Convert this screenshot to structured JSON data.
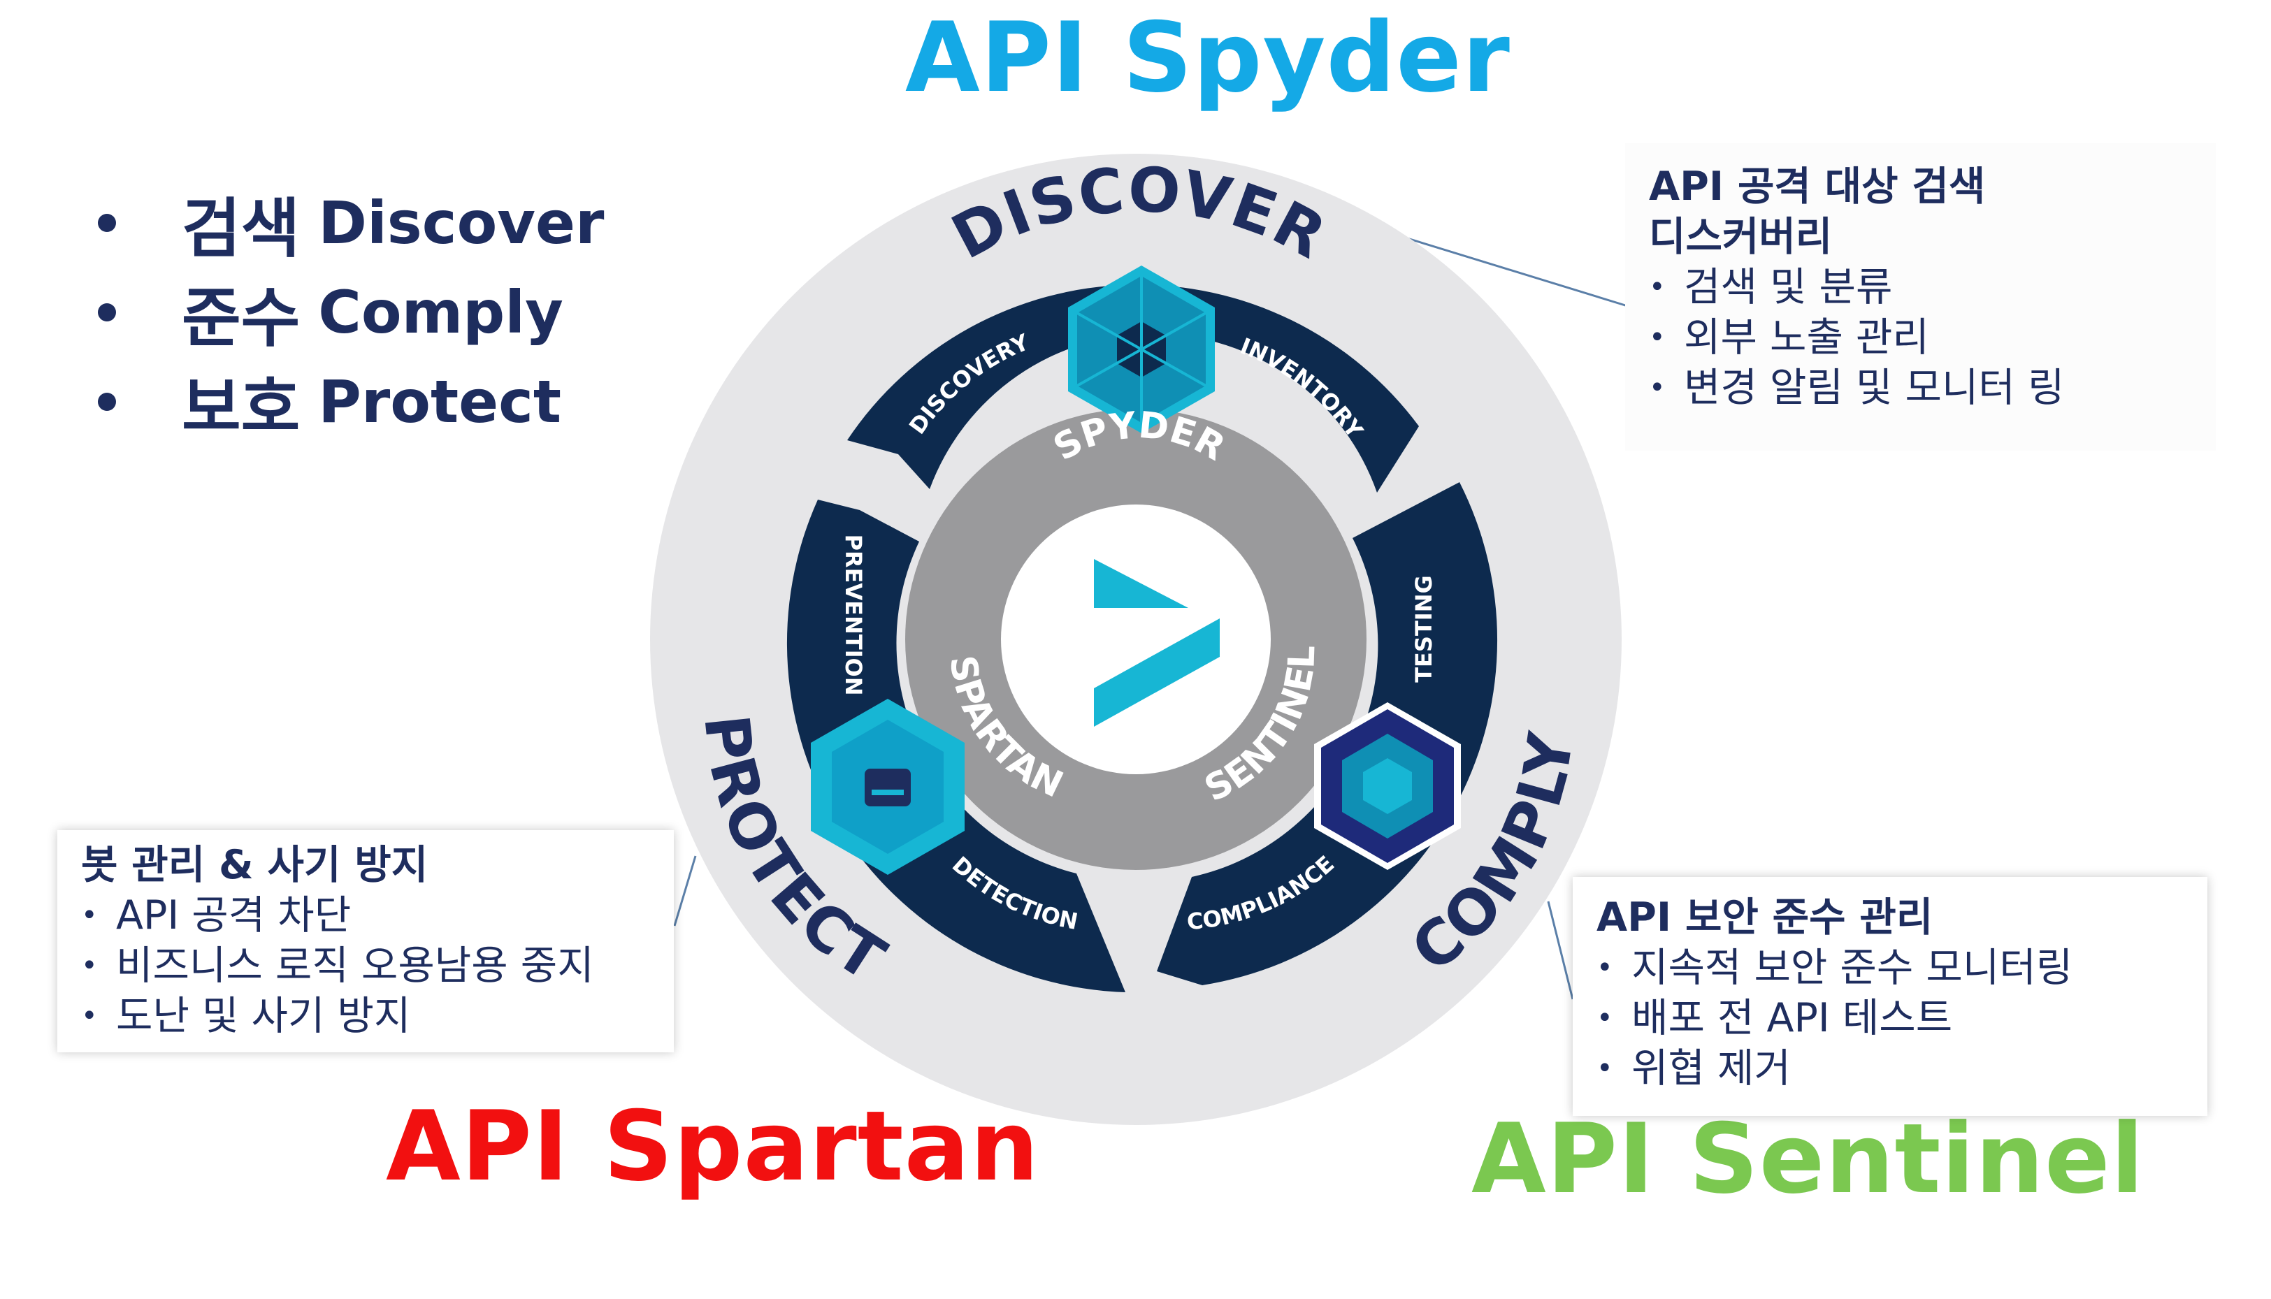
{
  "titles": {
    "spyder": "API Spyder",
    "spartan": "API Spartan",
    "sentinel": "API Sentinel"
  },
  "pillars": [
    {
      "kr": "검색",
      "en": "Discover"
    },
    {
      "kr": "준수",
      "en": "Comply"
    },
    {
      "kr": "보호",
      "en": "Protect"
    }
  ],
  "boxes": {
    "spyder": {
      "head": [
        "API 공격 대상 검색",
        "디스커버리"
      ],
      "items": [
        "검색 및 분류",
        "외부 노출 관리",
        "변경 알림 및 모니터 링"
      ]
    },
    "spartan": {
      "head": [
        "봇 관리 & 사기 방지"
      ],
      "items": [
        "API 공격 차단",
        "비즈니스 로직 오용남용 중지",
        "도난 및 사기 방지"
      ]
    },
    "sentinel": {
      "head": [
        "API 보안 준수 관리"
      ],
      "items": [
        "지속적 보안 준수 모니터링",
        "배포 전 API 테스트",
        "위협 제거"
      ]
    }
  },
  "wheel": {
    "outer_labels": {
      "discover": "DISCOVER",
      "comply": "COMPLY",
      "protect": "PROTECT"
    },
    "inner_labels": {
      "spyder": "SPYDER",
      "sentinel": "SENTINEL",
      "spartan": "SPARTAN"
    },
    "arc_labels": {
      "discovery": "DISCOVERY",
      "inventory": "INVENTORY",
      "testing": "TESTING",
      "compliance": "COMPLIANCE",
      "detection": "DETECTION",
      "prevention": "PREVENTION"
    }
  },
  "colors": {
    "navy": "#0d2a4e",
    "teal": "#17b6d4",
    "ring_outer": "#e6e6e8",
    "ring_inner": "#9a9a9c",
    "spyder_title": "#14a9e6",
    "spartan_title": "#f21010",
    "sentinel_title": "#7bc850",
    "text_navy": "#1e2d5e"
  }
}
